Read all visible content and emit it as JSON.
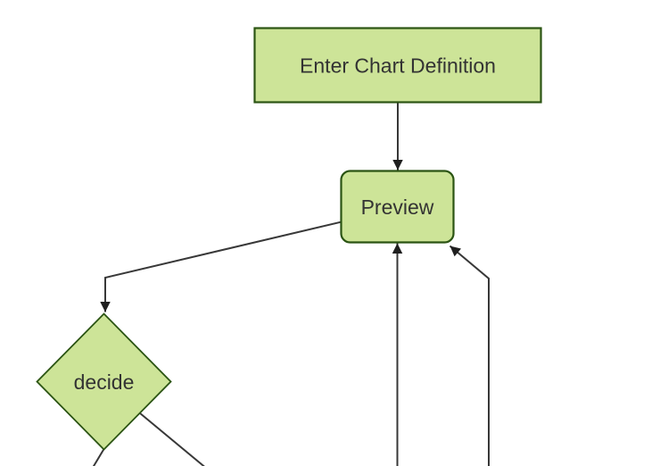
{
  "diagram": {
    "kind": "flowchart",
    "direction": "top-down",
    "colors": {
      "background": "#ffffff",
      "node_fill": "#cde498",
      "node_stroke": "#2b5413",
      "edge_stroke": "#383838",
      "arrow_fill": "#1f1f1f",
      "text": "#333333"
    },
    "nodes": [
      {
        "id": "enter-chart-definition",
        "shape": "rectangle",
        "label": "Enter Chart Definition"
      },
      {
        "id": "preview",
        "shape": "rounded-rectangle",
        "label": "Preview"
      },
      {
        "id": "decide",
        "shape": "diamond",
        "label": "decide"
      }
    ],
    "edges": [
      {
        "from": "enter-chart-definition",
        "to": "preview",
        "arrow": true
      },
      {
        "from": "preview",
        "to": "decide",
        "arrow": true
      },
      {
        "from": "offscreen-bottom",
        "to": "preview",
        "arrow": true,
        "note": "vertical return edge below Preview"
      },
      {
        "from": "offscreen-bottom-right",
        "to": "preview",
        "arrow": true,
        "note": "return edge into Preview bottom-right corner"
      },
      {
        "from": "decide",
        "to": "offscreen-bottom-left",
        "arrow": false,
        "note": "exits frame at bottom"
      },
      {
        "from": "decide",
        "to": "offscreen-bottom-right",
        "arrow": false,
        "note": "exits frame at bottom"
      }
    ]
  }
}
